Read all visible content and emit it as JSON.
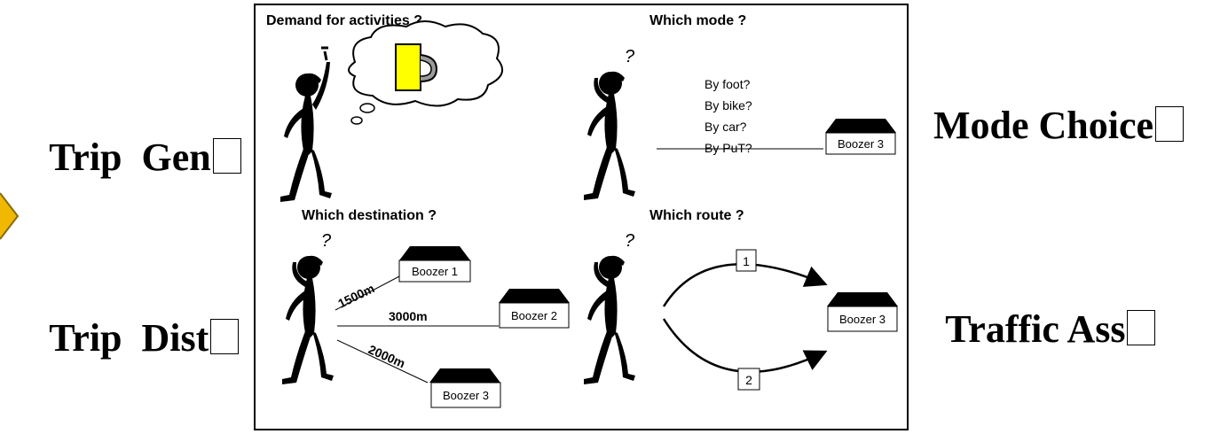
{
  "side_labels": {
    "trip_gen": "Trip  Gen",
    "mode_choice": "Mode Choice",
    "trip_dist": "Trip  Dist",
    "traffic_ass": "Traffic Ass"
  },
  "panels": {
    "demand": {
      "title": "Demand for activities ?"
    },
    "mode": {
      "title": "Which mode ?",
      "options": [
        "By foot?",
        "By bike?",
        "By car?",
        "By PuT?"
      ],
      "boozer": "Boozer 3"
    },
    "destination": {
      "title": "Which destination ?",
      "boozers": [
        "Boozer 1",
        "Boozer 2",
        "Boozer 3"
      ],
      "distances": [
        "1500m",
        "3000m",
        "2000m"
      ]
    },
    "route": {
      "title": "Which route ?",
      "routes": [
        "1",
        "2"
      ],
      "boozer": "Boozer 3"
    }
  },
  "colors": {
    "beer": "#ffff00",
    "arrow_fill": "#f0b800"
  }
}
